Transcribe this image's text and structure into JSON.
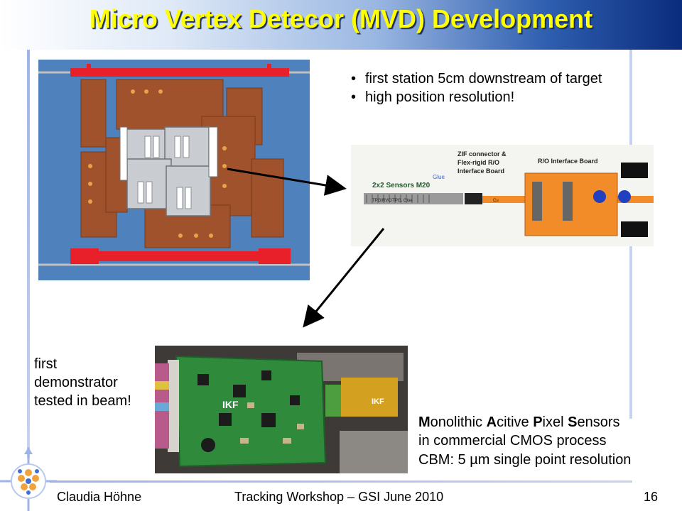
{
  "slide": {
    "title": "Micro Vertex Detecor (MVD) Development",
    "bullets": [
      "first station 5cm downstream of target",
      "high position resolution!"
    ],
    "schematic_labels": {
      "sensors": "2x2 Sensors M20",
      "glue": "Glue",
      "zif": "ZIF connector &",
      "flex": "Flex-rigid R/O",
      "interface": "Interface Board",
      "ro_board": "R/O Interface Board",
      "layers": "TPG/RVC/TPG, Glue",
      "cu": "Cu"
    },
    "board_label": "IKF",
    "demo_lines": [
      "first",
      "demonstrator",
      "tested in beam!"
    ],
    "maps": {
      "line1_parts": [
        {
          "bold": "M",
          "rest": "onolithic "
        },
        {
          "bold": "A",
          "rest": "citive "
        },
        {
          "bold": "P",
          "rest": "ixel "
        },
        {
          "bold": "S",
          "rest": "ensors"
        }
      ],
      "line2": "in commercial CMOS process",
      "line3": "CBM: 5 µm single point resolution"
    }
  },
  "footer": {
    "author": "Claudia Höhne",
    "event": "Tracking Workshop – GSI June 2010",
    "page": "16"
  },
  "colors": {
    "title": "#ffff00",
    "detector_bg": "#4f81bd",
    "copper": "#a0522d",
    "frame_red": "#e8202a"
  }
}
